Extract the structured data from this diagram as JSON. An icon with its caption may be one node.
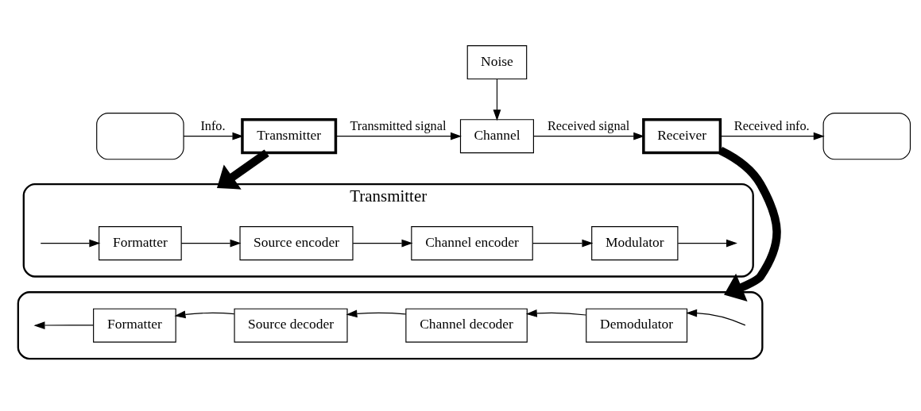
{
  "diagram": {
    "nodes": [
      {
        "text": [],
        "shape": "box"
      },
      {
        "text": [
          "Transmitter"
        ]
      },
      {
        "text": [
          "Channel"
        ]
      },
      {
        "text": [
          "Receiver"
        ]
      },
      {
        "text": [],
        "shape": "box"
      },
      {
        "text": [
          "Noise"
        ]
      },
      {
        "text": [
          "Transmitter"
        ]
      },
      {
        "text": [
          "Formatter"
        ],
        "in": 6
      },
      {
        "text": [
          "Source encoder"
        ],
        "in": 6
      },
      {
        "text": [
          "Channel encoder"
        ],
        "in": 6
      },
      {
        "text": [
          "Modulator"
        ],
        "in": 6
      },
      {
        "text": [],
        "shape": "box"
      },
      {
        "text": [
          "Formatter"
        ],
        "in": 11
      },
      {
        "text": [
          "Source decoder"
        ],
        "in": 11
      },
      {
        "text": [
          "Channel decoder"
        ],
        "in": 11
      },
      {
        "text": [
          "Demodulator"
        ],
        "in": 11
      }
    ],
    "edges": [
      {
        "from": 0,
        "to": 1,
        "arrow": "to",
        "label": "Info."
      },
      {
        "from": 1,
        "to": 2,
        "arrow": "to",
        "label": "Transmitted signal"
      },
      {
        "from": 5,
        "to": 2,
        "arrow": "to"
      },
      {
        "from": 2,
        "to": 3,
        "arrow": "to",
        "label": "Received signal"
      },
      {
        "from": 3,
        "to": 4,
        "arrow": "to",
        "label": "Received info."
      },
      {
        "from": 1,
        "to": 6,
        "arrow": "to",
        "style": "thick"
      },
      {
        "from": 3,
        "to": 11,
        "arrow": "to",
        "style": "thick"
      },
      {
        "from": null,
        "to": 7,
        "arrow": "to"
      },
      {
        "from": 7,
        "to": 8,
        "arrow": "to"
      },
      {
        "from": 8,
        "to": 9,
        "arrow": "to"
      },
      {
        "from": 9,
        "to": 10,
        "arrow": "to"
      },
      {
        "from": 10,
        "to": null,
        "arrow": "to"
      },
      {
        "from": null,
        "to": 15,
        "arrow": "to"
      },
      {
        "from": 15,
        "to": 14,
        "arrow": "to"
      },
      {
        "from": 14,
        "to": 13,
        "arrow": "to"
      },
      {
        "from": 13,
        "to": 12,
        "arrow": "to"
      },
      {
        "from": 12,
        "to": null,
        "arrow": "to"
      }
    ]
  }
}
